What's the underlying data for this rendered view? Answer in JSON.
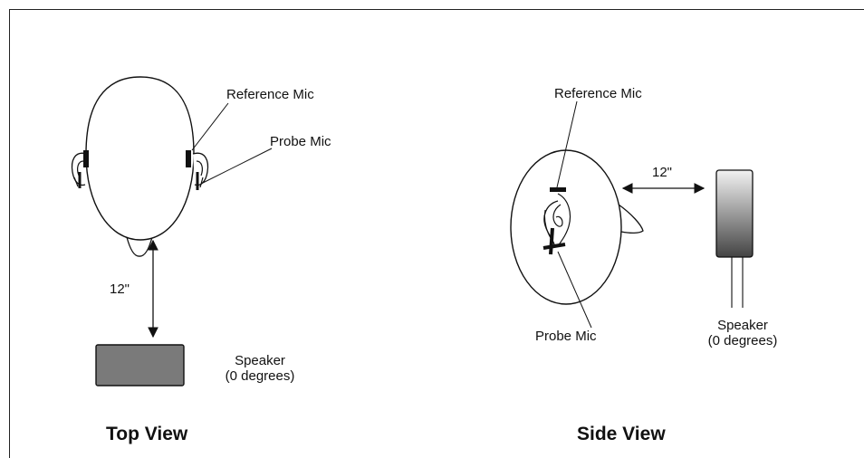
{
  "top_view": {
    "title": "Top View",
    "reference_mic_label": "Reference Mic",
    "probe_mic_label": "Probe Mic",
    "distance_label": "12\"",
    "speaker_label_line1": "Speaker",
    "speaker_label_line2": "(0 degrees)"
  },
  "side_view": {
    "title": "Side View",
    "reference_mic_label": "Reference Mic",
    "probe_mic_label": "Probe Mic",
    "distance_label": "12\"",
    "speaker_label_line1": "Speaker",
    "speaker_label_line2": "(0 degrees)"
  },
  "colors": {
    "speaker_top_fill": "#7a7a7a",
    "speaker_side_gradient_top": "#f2f2f2",
    "speaker_side_gradient_bottom": "#444444",
    "line": "#111111"
  }
}
